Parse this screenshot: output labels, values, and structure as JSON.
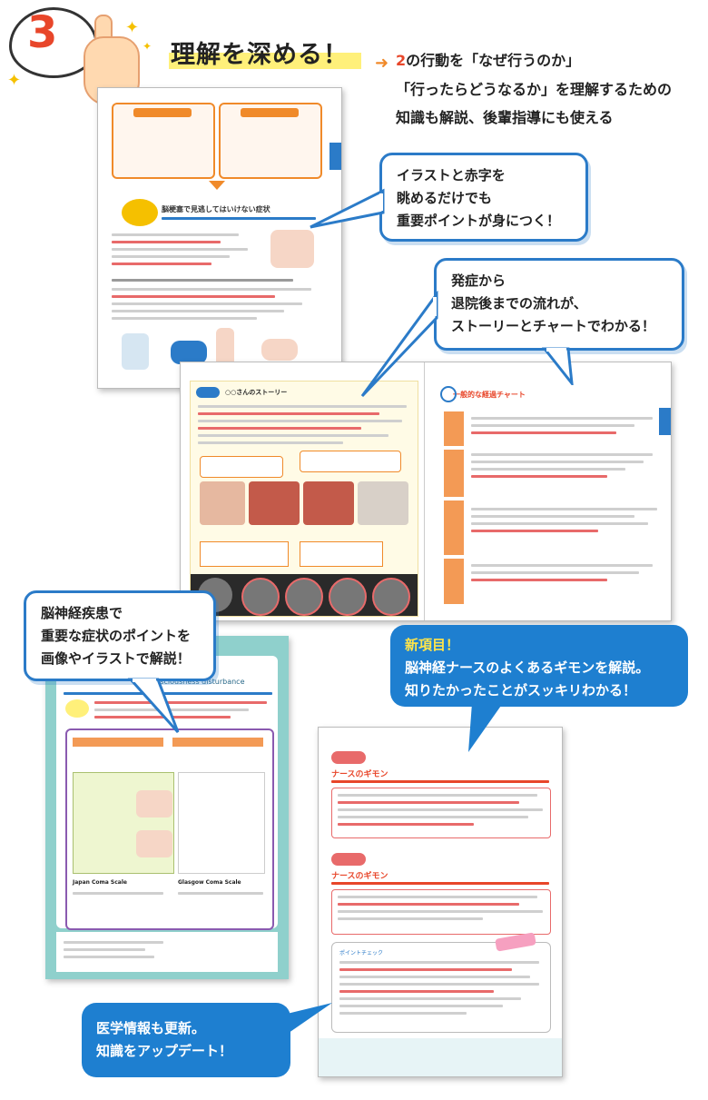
{
  "header": {
    "step_number": "3",
    "title": "理解を深める！",
    "arrow": "➜",
    "desc_num": "2",
    "desc_line1": "の行動を「なぜ行うのか」",
    "desc_line2": "「行ったらどうなるか」を理解するための",
    "desc_line3": "知識も解説、後輩指導にも使える"
  },
  "callouts": {
    "illustration": {
      "line1": "イラストと赤字を",
      "line2": "眺めるだけでも",
      "line3": "重要ポイントが身につく！"
    },
    "story": {
      "line1": "発症から",
      "line2": "退院後までの流れが、",
      "line3": "ストーリーとチャートでわかる！"
    },
    "symptoms": {
      "line1": "脳神経疾患で",
      "line2": "重要な症状のポイントを",
      "line3": "画像やイラストで解説！"
    },
    "new_item": {
      "tag": "新項目！",
      "line1": "脳神経ナースのよくあるギモンを解説。",
      "line2": "知りたかったことがスッキリわかる！"
    },
    "update": {
      "line1": "医学情報も更新。",
      "line2": "知識をアップデート！"
    }
  },
  "pages": {
    "p1_heading": "脳梗塞で見逃してはいけない症状",
    "p2_left_heading": "○○さんのストーリー",
    "p2_right_heading": "一般的な経過チャート",
    "p3_heading": "consciousness disturbance",
    "p3_caption_a": "Japan Coma Scale",
    "p3_caption_b": "Glasgow Coma Scale",
    "p4_heading_1": "ナースのギモン",
    "p4_heading_2": "ナースのギモン",
    "p4_check": "ポイントチェック"
  },
  "colors": {
    "accent_blue": "#2b7bc8",
    "accent_orange": "#f08a2a",
    "accent_red": "#e8462a",
    "highlight_yellow": "#fff07a"
  }
}
